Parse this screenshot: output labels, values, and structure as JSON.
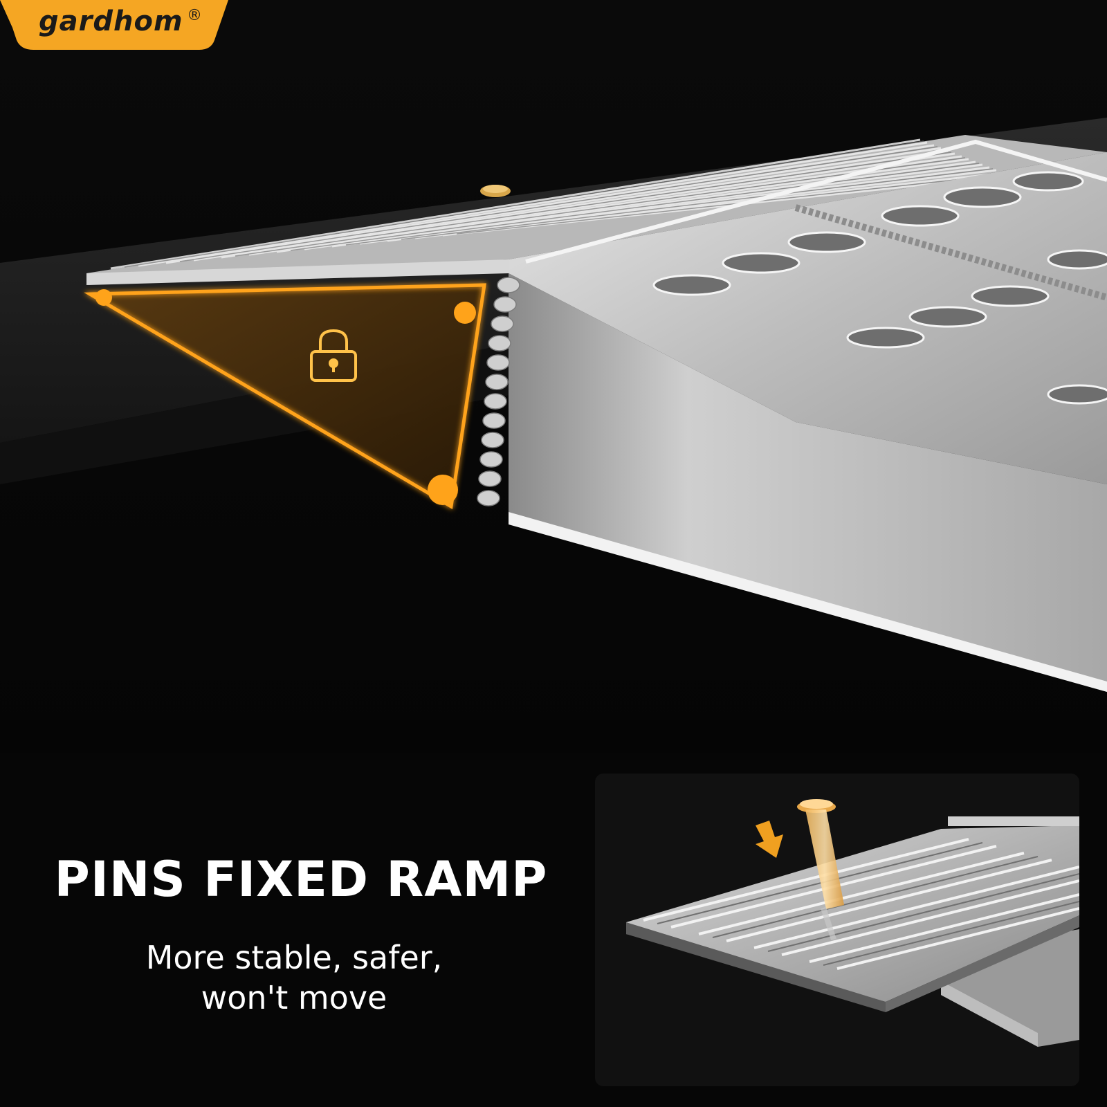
{
  "brand": {
    "name": "gardhom",
    "registered_mark": "®",
    "badge_color": "#f5a623"
  },
  "headline": "PINS FIXED RAMP",
  "subtext": {
    "line1": "More stable, safer,",
    "line2": "won't move"
  },
  "icons": {
    "lock": "lock-icon",
    "arrow": "arrow-down-icon"
  },
  "colors": {
    "accent": "#ffa31a",
    "background": "#000000",
    "metal": "#c9c9c9"
  }
}
